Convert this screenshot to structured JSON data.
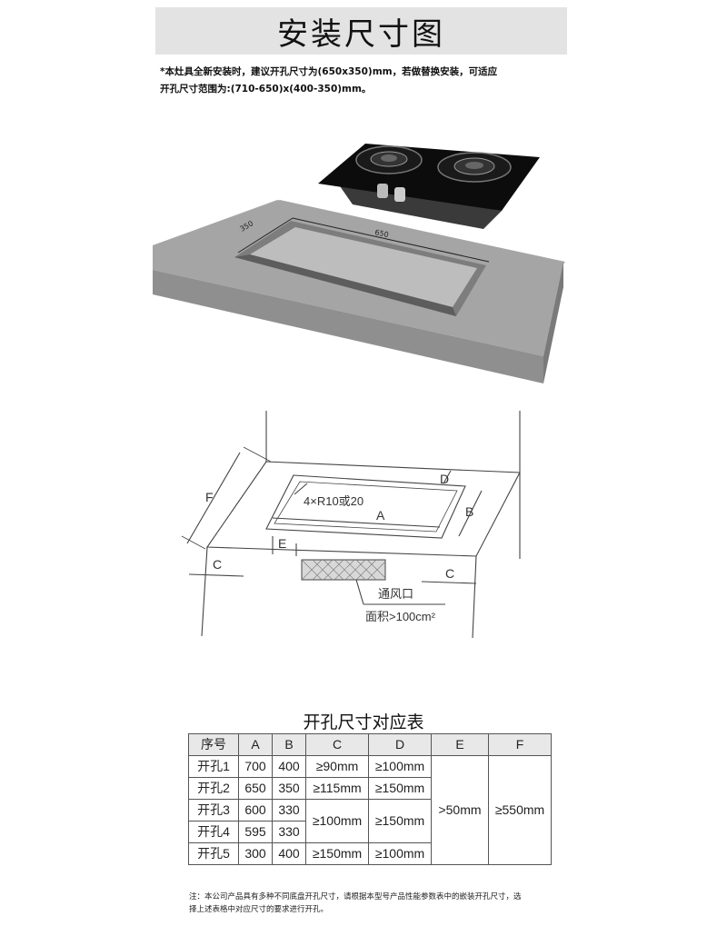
{
  "header": {
    "title": "安装尺寸图"
  },
  "note": {
    "line1": "*本灶具全新安装时，建议开孔尺寸为(650x350)mm，若做替换安装，可适应",
    "line2": "开孔尺寸范围为:(710-650)x(400-350)mm。"
  },
  "photo": {
    "dim_width": "350",
    "dim_length": "650"
  },
  "diagram": {
    "label_f": "F",
    "label_d": "D",
    "label_corner": "4×R10或20",
    "label_a": "A",
    "label_b": "B",
    "label_e": "E",
    "label_c_left": "C",
    "label_c_right": "C",
    "vent_label": "通风口",
    "vent_area": "面积>100cm²"
  },
  "table": {
    "title": "开孔尺寸对应表",
    "headers": [
      "序号",
      "A",
      "B",
      "C",
      "D",
      "E",
      "F"
    ],
    "rows": [
      {
        "id": "开孔1",
        "a": "700",
        "b": "400",
        "c": "≥90mm",
        "d": "≥100mm"
      },
      {
        "id": "开孔2",
        "a": "650",
        "b": "350",
        "c": "≥115mm",
        "d": "≥150mm"
      },
      {
        "id": "开孔3",
        "a": "600",
        "b": "330"
      },
      {
        "id": "开孔4",
        "a": "595",
        "b": "330"
      },
      {
        "id": "开孔5",
        "a": "300",
        "b": "400",
        "c": "≥150mm",
        "d": "≥100mm"
      }
    ],
    "merged_c": "≥100mm",
    "merged_d": "≥150mm",
    "merged_e": ">50mm",
    "merged_f": "≥550mm"
  },
  "footnote": {
    "line1": "注：本公司产品具有多种不同底盘开孔尺寸，请根据本型号产品性能参数表中的嵌装开孔尺寸，选",
    "line2": "择上述表格中对应尺寸的要求进行开孔。"
  }
}
